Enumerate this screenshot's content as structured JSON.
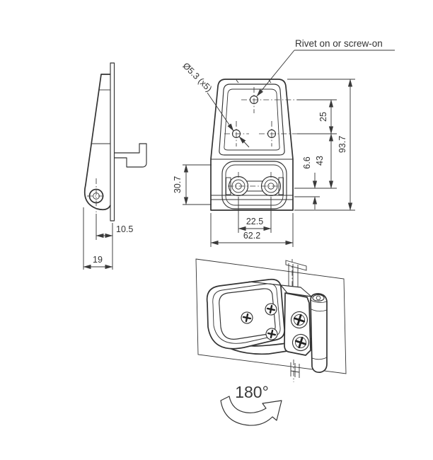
{
  "drawing_type": "hinge technical drawing",
  "annotations": {
    "mounting_note": "Rivet on or screw-on",
    "hole_spec": "Ø5.3 (x5)",
    "opening_angle": "180°"
  },
  "dimensions": {
    "side": {
      "pin_to_plate": "10.5",
      "depth": "19"
    },
    "front": {
      "top_hole_offset": "25",
      "overall_height": "93.7",
      "pin_offset": "6.6",
      "holes_to_pin": "43",
      "sleeve_section_height": "30.7",
      "sleeve_spacing": "22.5",
      "overall_width": "62.2"
    }
  },
  "colors": {
    "line_work": "#333333",
    "background": "#ffffff"
  }
}
